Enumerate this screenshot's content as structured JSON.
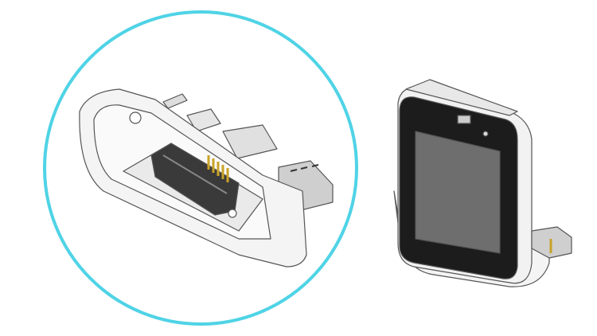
{
  "colors": {
    "background": "#ffffff",
    "callout_circle": "#4fd3e6",
    "outline": "#555555",
    "housing": "#f4f4f4",
    "screen_bezel": "#1c1c1c",
    "screen": "#6e6e6e",
    "connector": "#3a3a3a",
    "gold_pins": "#c9a227"
  },
  "figure": {
    "callout": "detail-callout-circle",
    "detail_view": "dock-base-connector-detail",
    "device_view": "device-on-dock"
  }
}
